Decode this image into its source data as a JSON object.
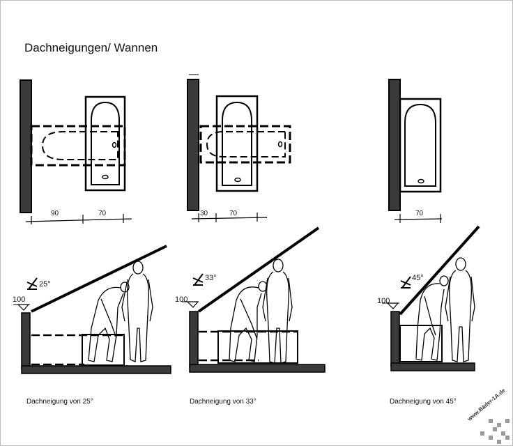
{
  "title": "Dachneigungen/ Wannen",
  "panels": [
    {
      "dims": [
        "90",
        "70"
      ],
      "angle": "25°",
      "height": "100",
      "caption": "Dachneigung von 25°"
    },
    {
      "dims": [
        "30",
        "70"
      ],
      "angle": "33°",
      "height": "100",
      "caption": "Dachneigung von 33°"
    },
    {
      "dims": [
        "70"
      ],
      "angle": "45°",
      "height": "100",
      "caption": "Dachneigung von 45°"
    }
  ],
  "watermark": "www.Bäder-1A.de"
}
